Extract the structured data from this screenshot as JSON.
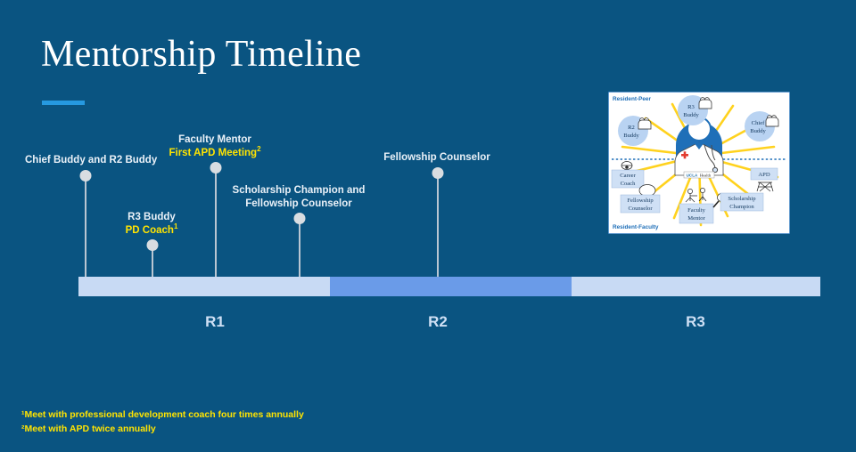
{
  "slide": {
    "title": "Mentorship Timeline",
    "background_color": "#0a5481",
    "accent_color": "#2699e0",
    "highlight_color": "#ffe401"
  },
  "timeline": {
    "segments": [
      {
        "label": "R1",
        "color": "#c8daf4"
      },
      {
        "label": "R2",
        "color": "#6a9be8"
      },
      {
        "label": "R3",
        "color": "#c8daf4"
      }
    ],
    "markers": [
      {
        "line1": "Chief Buddy and R2 Buddy",
        "line2": ""
      },
      {
        "line1": "R3 Buddy",
        "line2": "PD Coach",
        "sup": "1"
      },
      {
        "line1": "Faculty Mentor",
        "line2": "First APD Meeting",
        "sup": "2"
      },
      {
        "line1": "Scholarship Champion and",
        "line1b": "Fellowship Counselor",
        "line2": ""
      },
      {
        "line1": "Fellowship Counselor",
        "line2": ""
      }
    ]
  },
  "footnotes": [
    "¹Meet with professional development coach four times annually",
    "²Meet with APD twice annually"
  ],
  "diagram": {
    "zone_top": "Resident-Peer",
    "zone_bottom": "Resident-Faculty",
    "center_badge_brand": "UCLA",
    "center_badge_word": "Health",
    "peer_nodes": [
      {
        "line1": "R2",
        "line2": "Buddy"
      },
      {
        "line1": "R3",
        "line2": "Buddy"
      },
      {
        "line1": "Chief",
        "line2": "Buddy"
      }
    ],
    "faculty_nodes": [
      {
        "line1": "Career",
        "line2": "Coach"
      },
      {
        "line1": "Fellowship",
        "line2": "Counselor"
      },
      {
        "line1": "Faculty",
        "line2": "Mentor"
      },
      {
        "line1": "Scholarship",
        "line2": "Champion"
      },
      {
        "line1": "APD",
        "line2": ""
      }
    ]
  }
}
